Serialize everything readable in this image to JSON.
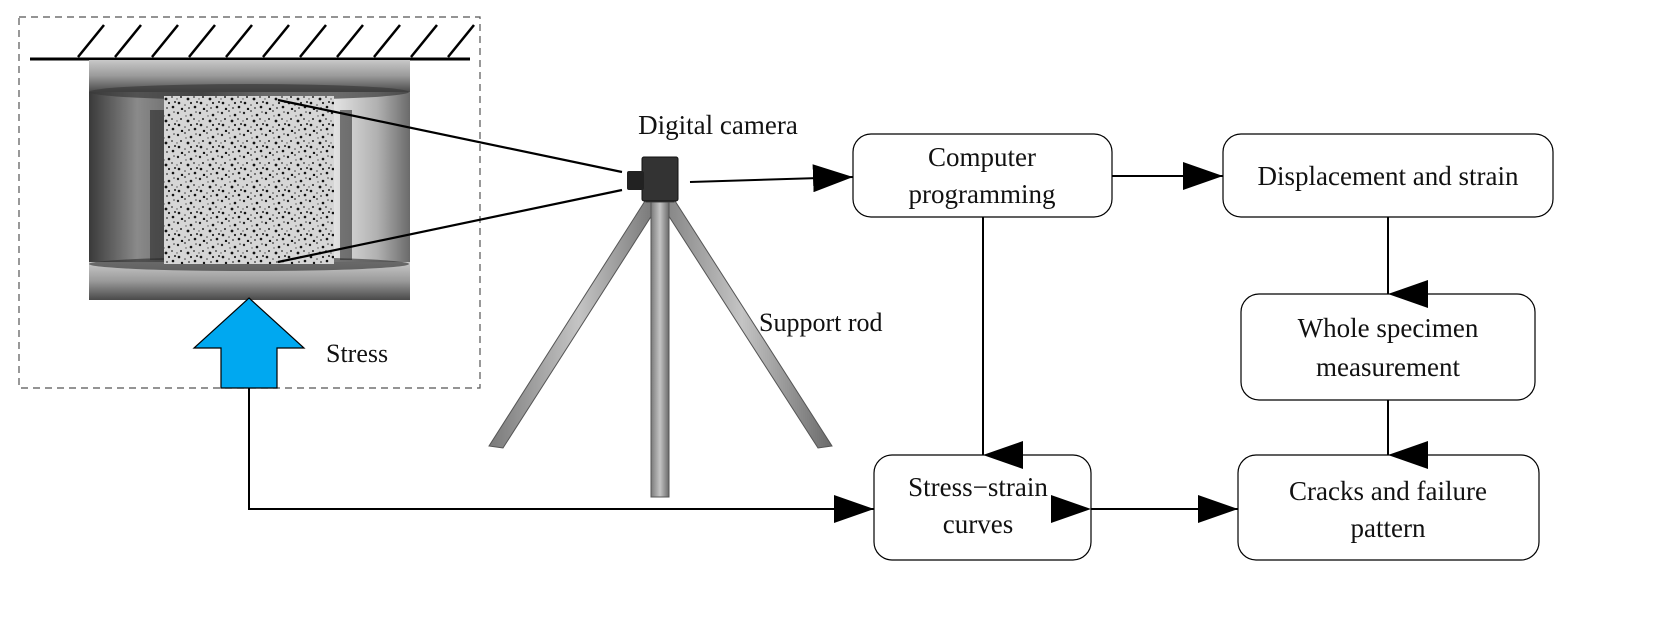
{
  "labels": {
    "digital_camera": "Digital camera",
    "support_rod": "Support rod",
    "stress": "Stress"
  },
  "boxes": {
    "computer_programming": [
      "Computer",
      "programming"
    ],
    "displacement_strain": [
      "Displacement and strain"
    ],
    "whole_specimen": [
      "Whole specimen",
      "measurement"
    ],
    "stress_strain": [
      "Stress−strain",
      "curves"
    ],
    "cracks_failure": [
      "Cracks and failure",
      "pattern"
    ]
  },
  "colors": {
    "stress_arrow": "#00a8f0",
    "line": "#000000"
  }
}
